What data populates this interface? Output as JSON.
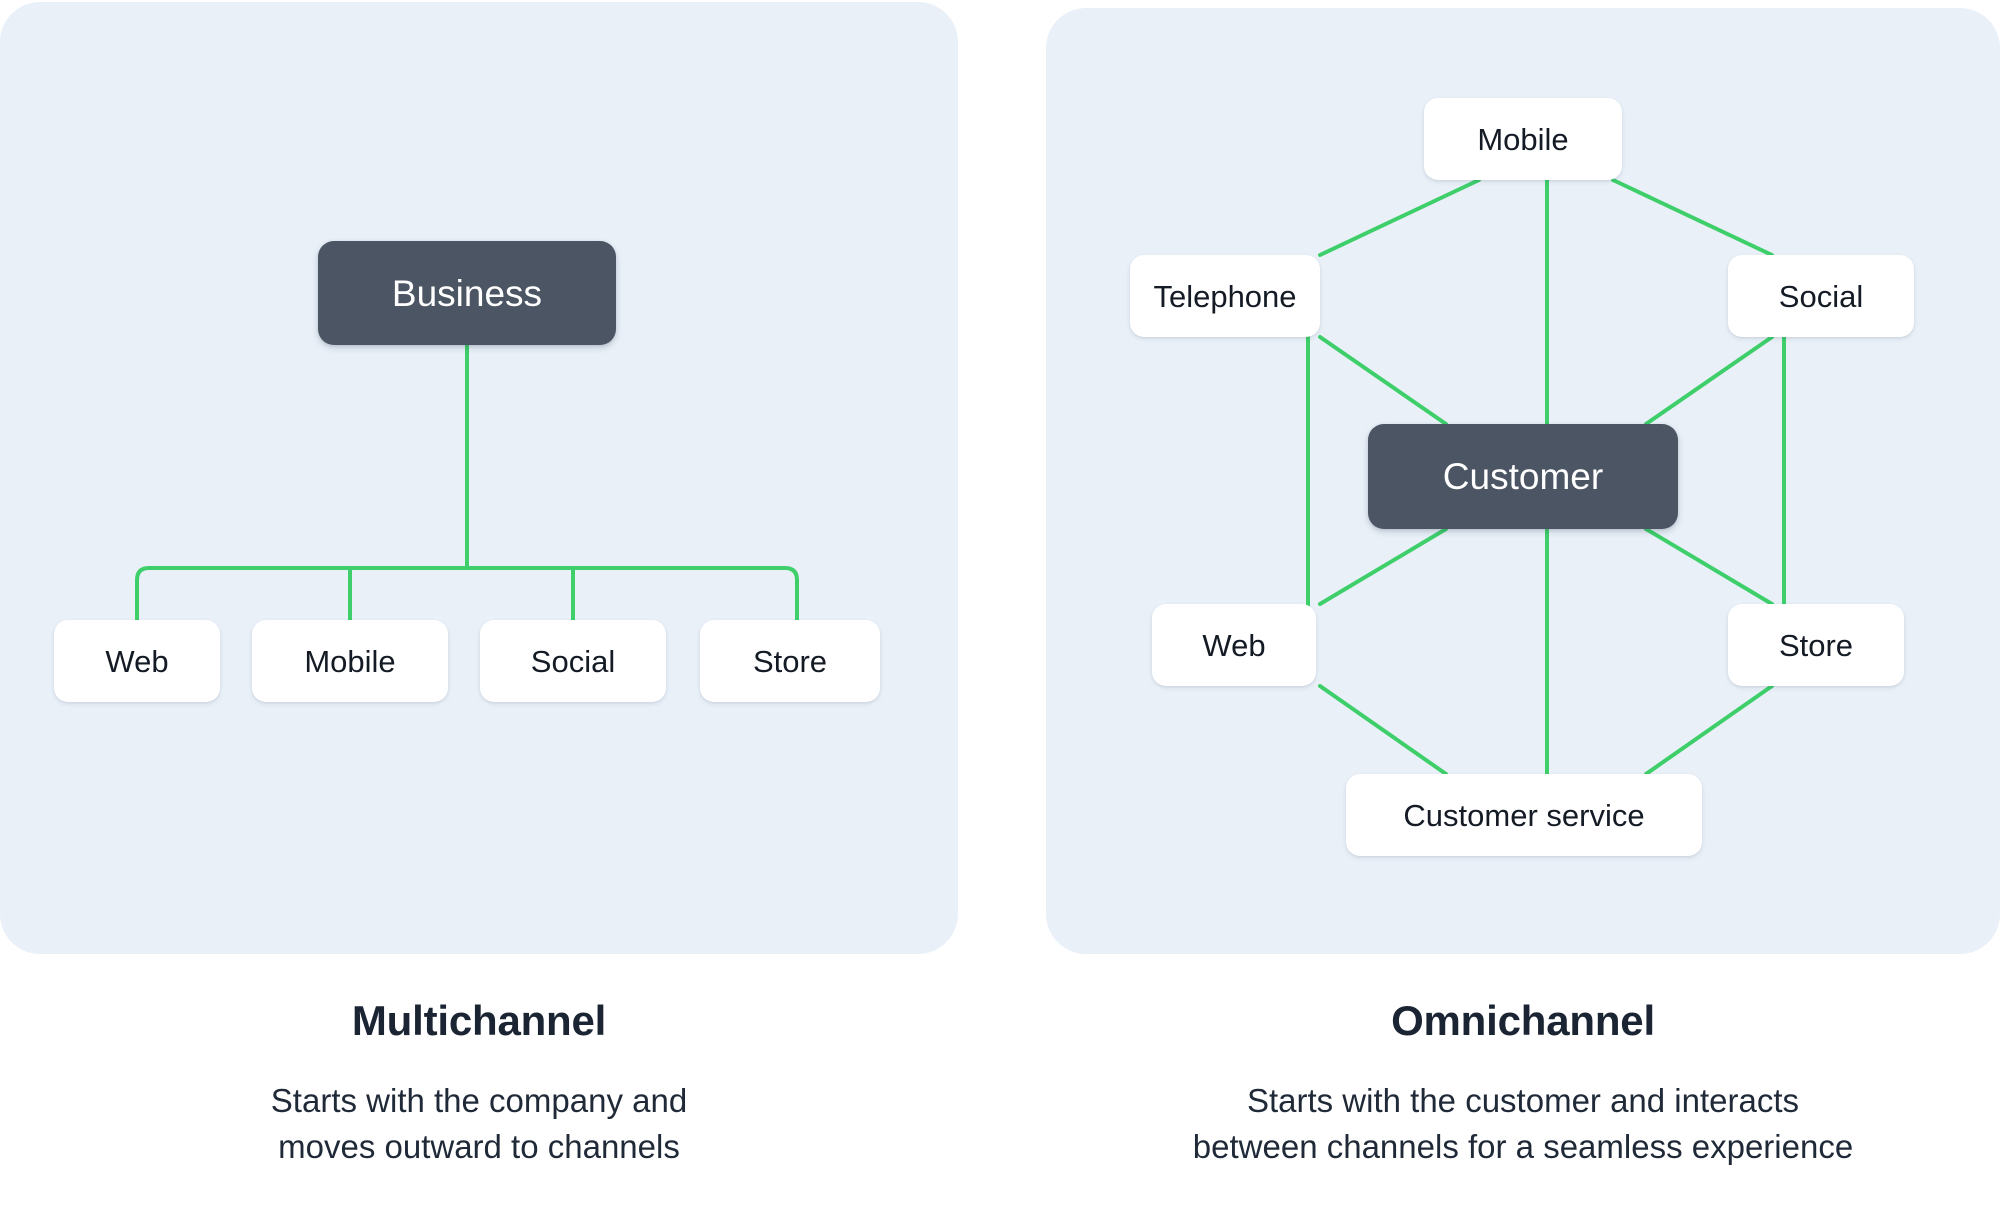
{
  "colors": {
    "panel_bg": "#e9f0f8",
    "page_bg": "#ffffff",
    "edge_green": "#3ecf6b",
    "node_bg": "#ffffff",
    "primary_node_bg": "#4b5563",
    "primary_node_text": "#ffffff",
    "node_text": "#141b25",
    "caption_title": "#1b2433",
    "caption_body": "#1f2937"
  },
  "multichannel": {
    "root": {
      "label": "Business"
    },
    "channels": [
      {
        "label": "Web"
      },
      {
        "label": "Mobile"
      },
      {
        "label": "Social"
      },
      {
        "label": "Store"
      }
    ],
    "caption": {
      "title": "Multichannel",
      "line1": "Starts with the company and",
      "line2": "moves outward to channels"
    }
  },
  "omnichannel": {
    "center": {
      "label": "Customer"
    },
    "channels": [
      {
        "label": "Mobile"
      },
      {
        "label": "Telephone"
      },
      {
        "label": "Social"
      },
      {
        "label": "Web"
      },
      {
        "label": "Store"
      },
      {
        "label": "Customer service"
      }
    ],
    "caption": {
      "title": "Omnichannel",
      "line1": "Starts with the customer and interacts",
      "line2": "between channels for a seamless experience"
    }
  }
}
